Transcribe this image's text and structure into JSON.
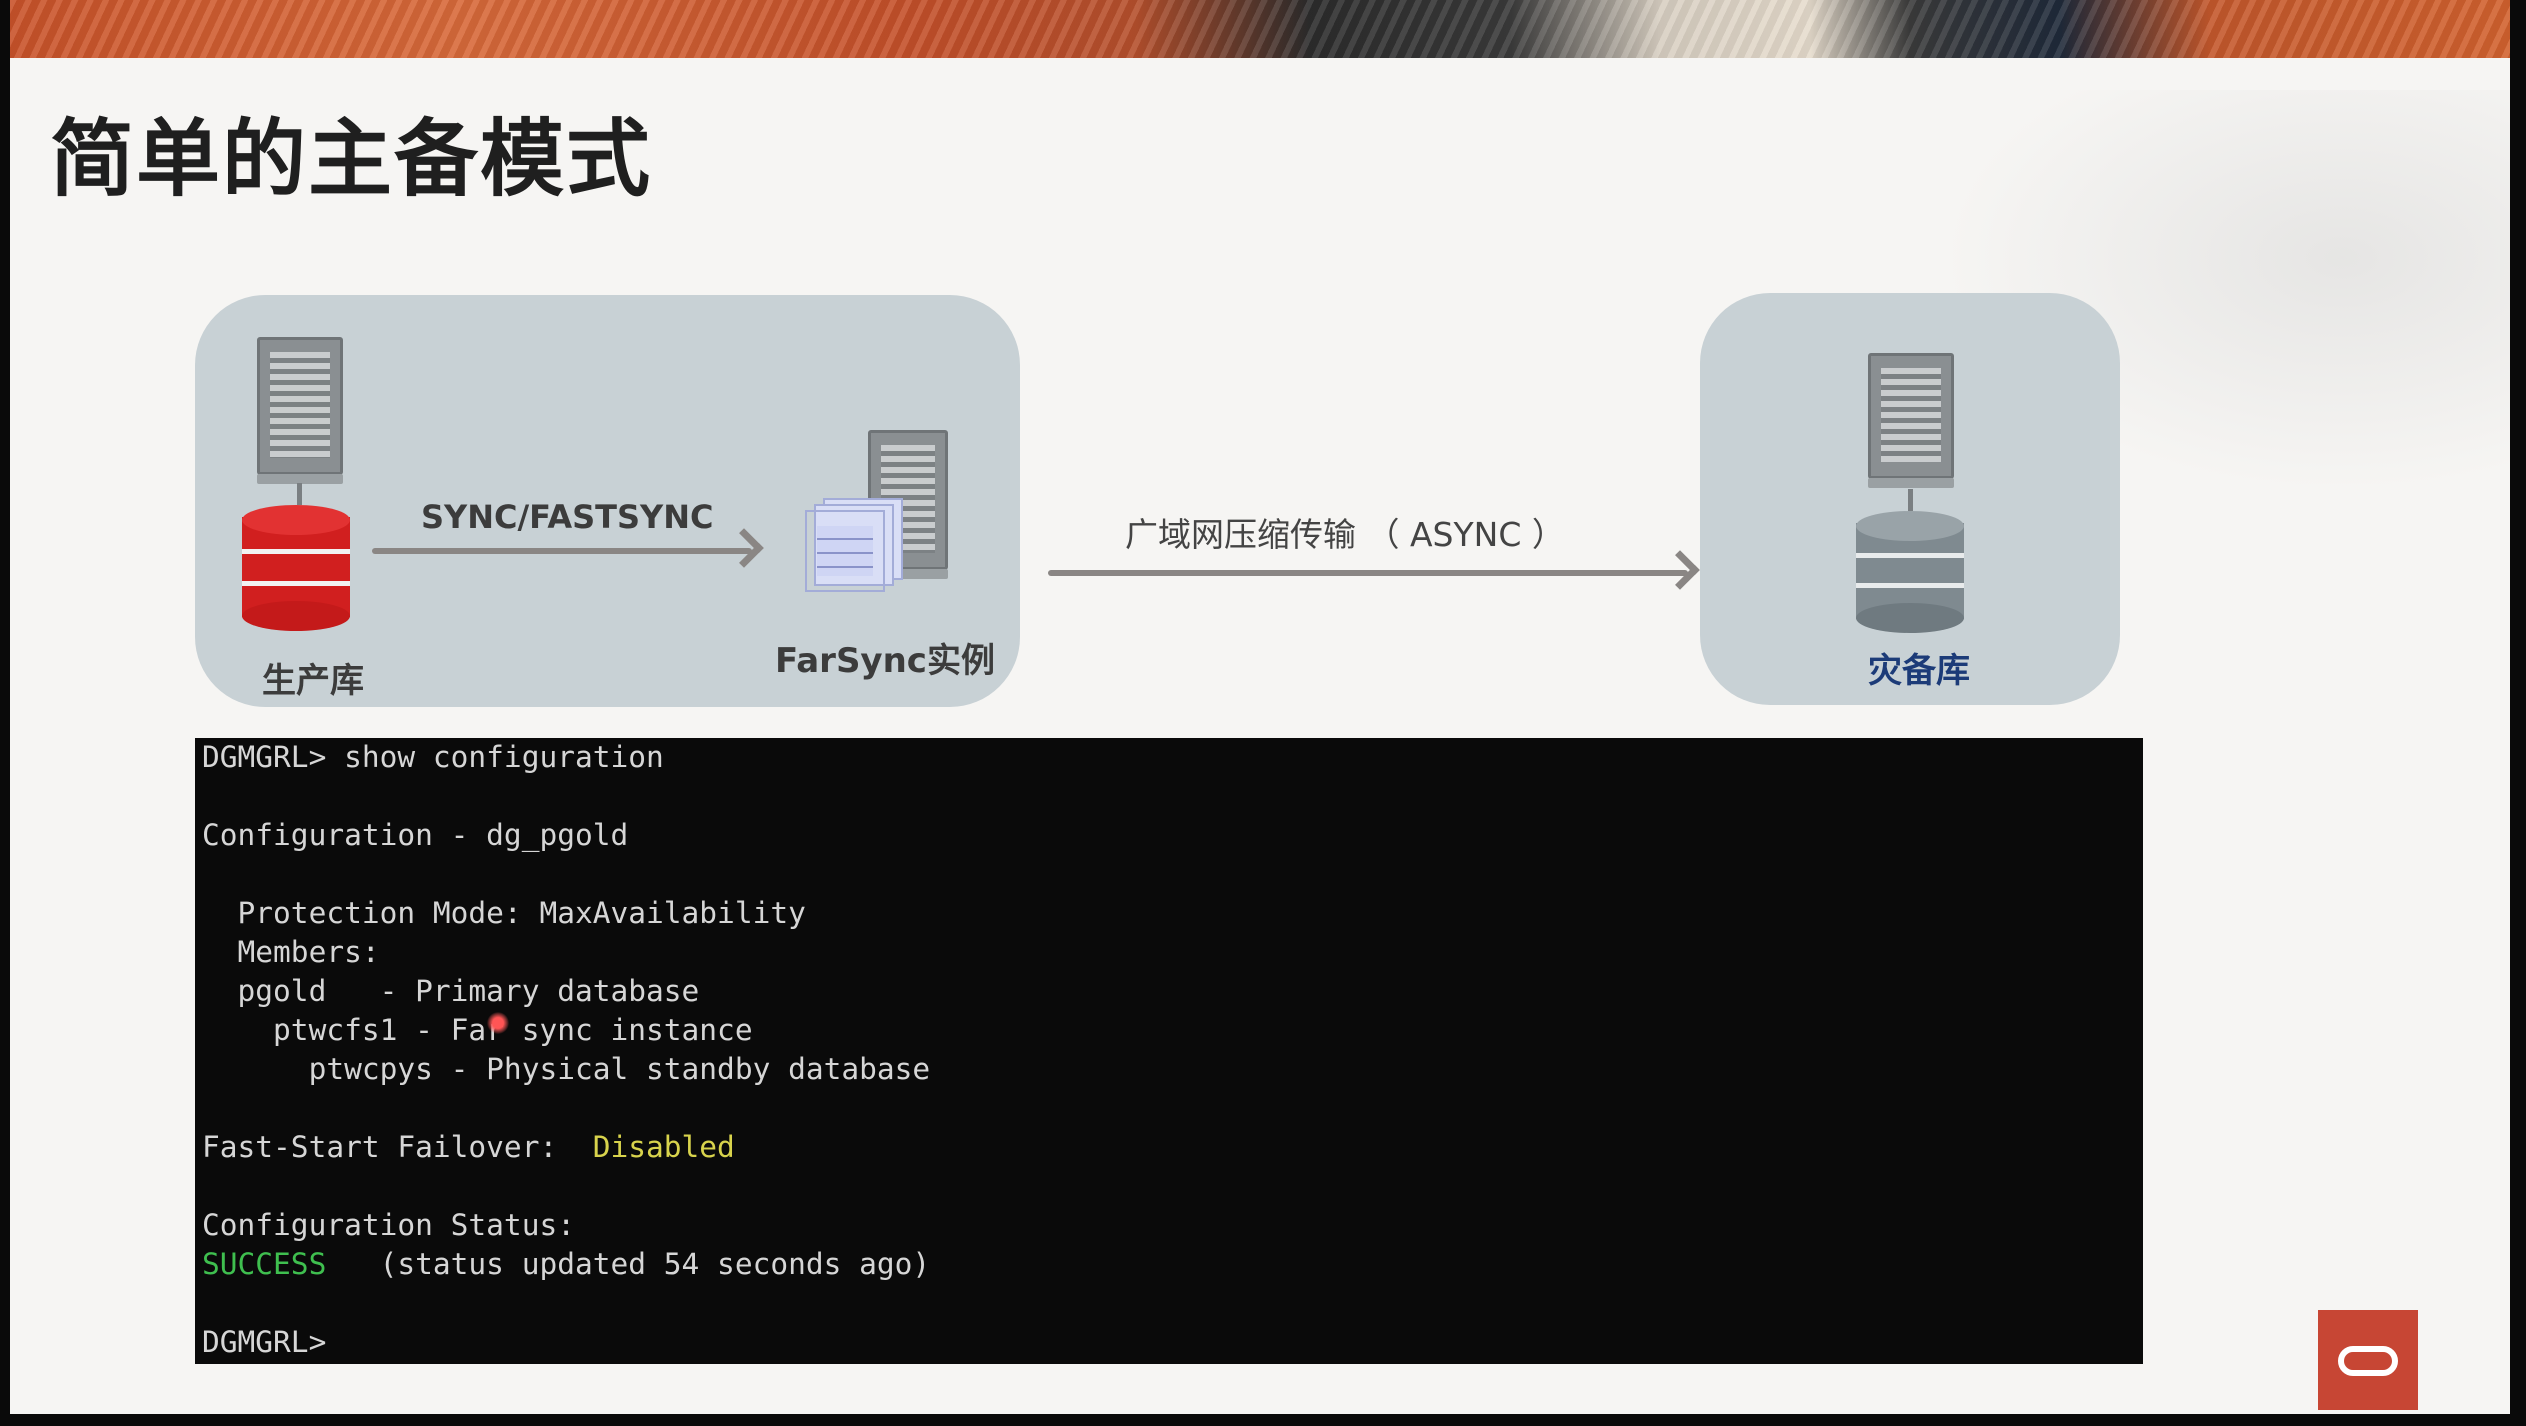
{
  "slide": {
    "title": "简单的主备模式"
  },
  "diagram": {
    "primary_label": "生产库",
    "farsync_label": "FarSync实例",
    "standby_label": "灾备库",
    "sync_arrow_label": "SYNC/FASTSYNC",
    "async_arrow_label": "广域网压缩传输 （ ASYNC ）",
    "colors": {
      "panel": "#c8d1d5",
      "primary_db": "#d11f1f",
      "standby_db": "#7f8a90",
      "standby_label": "#1c3b78",
      "arrow": "#8a8684"
    }
  },
  "terminal": {
    "lines": [
      "DGMGRL> show configuration",
      "",
      "Configuration - dg_pgold",
      "",
      "  Protection Mode: MaxAvailability",
      "  Members:",
      "  pgold   - Primary database",
      "    ptwcfs1 - Far sync instance",
      "      ptwcpys - Physical standby database",
      "",
      "Fast-Start Failover:  ",
      "",
      "Configuration Status:",
      "   (status updated 54 seconds ago)",
      "",
      "DGMGRL>"
    ],
    "fsfo_value": "Disabled",
    "status_value": "SUCCESS",
    "colors": {
      "background": "#0a0a0a",
      "text": "#d6d6d6",
      "disabled": "#d8d34c",
      "success": "#3fbf4f"
    }
  },
  "logo": {
    "name": "oracle-logo",
    "color": "#c74634"
  }
}
